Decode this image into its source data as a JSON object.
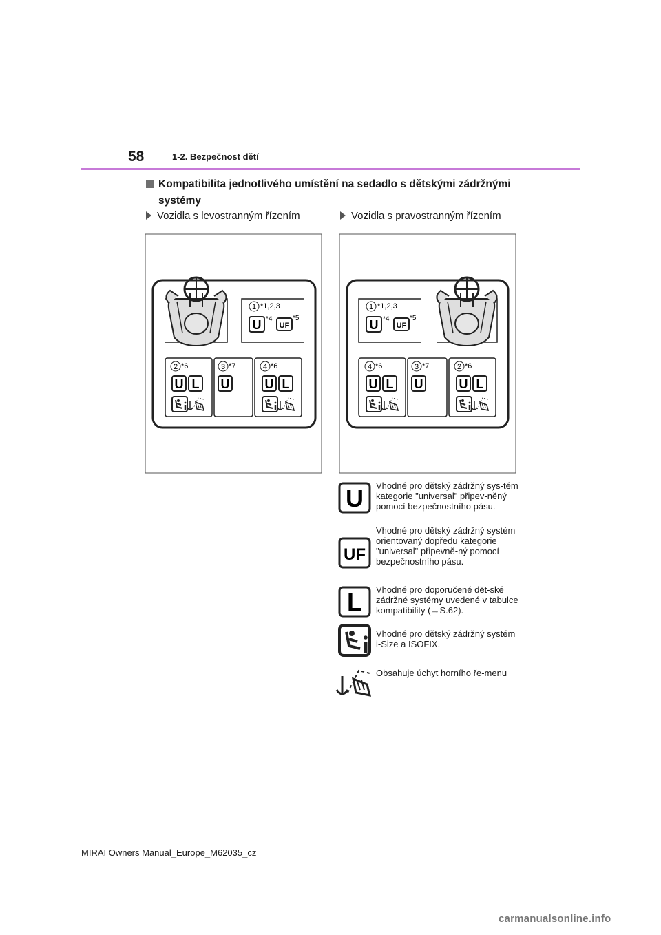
{
  "header": {
    "page_number": "58",
    "section": "1-2. Bezpečnost dětí"
  },
  "heading": "Kompatibilita jednotlivého umístění na sedadlo s dětskými zádržnými systémy",
  "subheads": {
    "lhd": "Vozidla s levostranným řízením",
    "rhd": "Vozidla s pravostranným řízením"
  },
  "diagram": {
    "lhd": {
      "front": {
        "num": "1",
        "sup": "*1,2,3",
        "sup4": "*4",
        "sup5": "*5",
        "u": "U",
        "uf": "UF"
      },
      "rear": [
        {
          "num": "2",
          "sup": "*6",
          "u": "U",
          "l": "L"
        },
        {
          "num": "3",
          "sup": "*7",
          "u": "U"
        },
        {
          "num": "4",
          "sup": "*6",
          "u": "U",
          "l": "L"
        }
      ]
    },
    "rhd": {
      "front": {
        "num": "1",
        "sup": "*1,2,3",
        "sup4": "*4",
        "sup5": "*5",
        "u": "U",
        "uf": "UF"
      },
      "rear": [
        {
          "num": "4",
          "sup": "*6",
          "u": "U",
          "l": "L"
        },
        {
          "num": "3",
          "sup": "*7",
          "u": "U"
        },
        {
          "num": "2",
          "sup": "*6",
          "u": "U",
          "l": "L"
        }
      ]
    }
  },
  "legend": [
    {
      "icon": "U",
      "text": "Vhodné pro dětský zádržný sys-tém kategorie \"universal\" připev-něný pomocí bezpečnostního pásu."
    },
    {
      "icon": "UF",
      "text": "Vhodné pro dětský zádržný systém orientovaný dopředu kategorie \"universal\" připevně-ný pomocí bezpečnostního pásu."
    },
    {
      "icon": "L",
      "text": "Vhodné pro doporučené dět-ské zádržné systémy uvedené v tabulce kompatibility (→S.62)."
    },
    {
      "icon": "isize-isofix-icon",
      "text": "Vhodné pro dětský zádržný systém i-Size a ISOFIX."
    },
    {
      "icon": "top-tether-icon",
      "text": "Obsahuje úchyt horního ře-menu"
    }
  ],
  "footer": "MIRAI Owners Manual_Europe_M62035_cz",
  "watermark": "carmanualsonline.info"
}
